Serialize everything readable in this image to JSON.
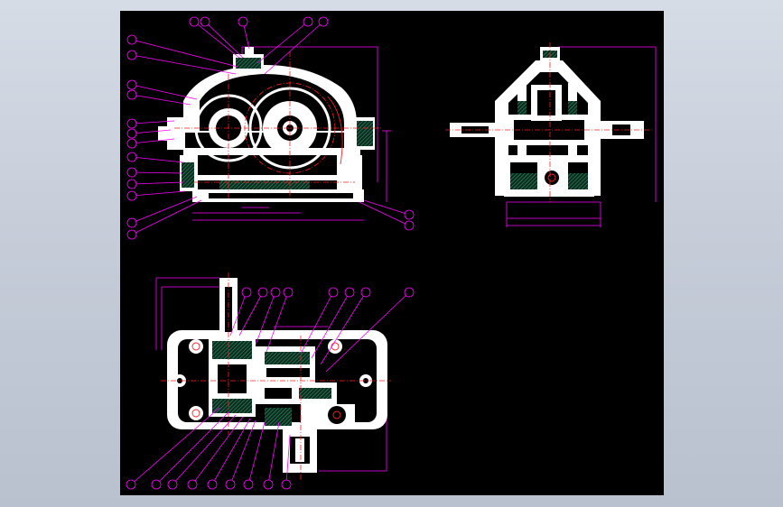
{
  "drawing": {
    "colors": {
      "background": "#000000",
      "outline": "#ffffff",
      "annotation": "#ff00ff",
      "centerline": "#ff2020",
      "hatch": "#2f9a6a",
      "desktop": "#c6cdd9"
    },
    "views": [
      {
        "id": "front-view"
      },
      {
        "id": "side-view"
      },
      {
        "id": "top-section-view"
      }
    ]
  }
}
